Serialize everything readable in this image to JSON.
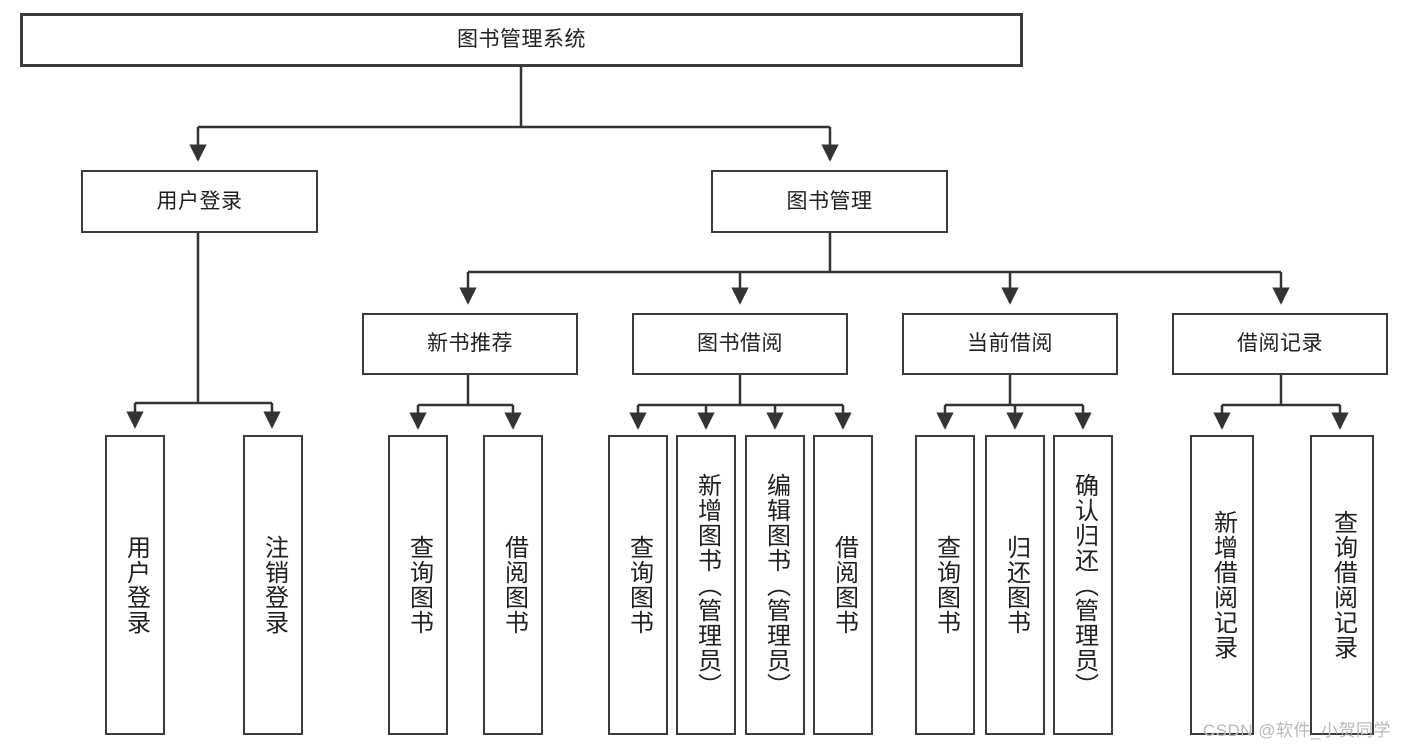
{
  "diagram": {
    "title": "图书管理系统",
    "type": "tree-hierarchy",
    "levels": 4,
    "colors": {
      "box_border": "#3b3b3b",
      "box_fill": "#ffffff",
      "connector": "#333333",
      "text": "#1f1f1f",
      "watermark": "#b9b9b9",
      "background": "#ffffff"
    },
    "root": {
      "label": "图书管理系统"
    },
    "level2": [
      {
        "label": "用户登录"
      },
      {
        "label": "图书管理"
      }
    ],
    "level3": [
      {
        "label": "新书推荐"
      },
      {
        "label": "图书借阅"
      },
      {
        "label": "当前借阅"
      },
      {
        "label": "借阅记录"
      }
    ],
    "leaves": {
      "user_login": [
        {
          "label": "用户登录"
        },
        {
          "label": "注销登录"
        }
      ],
      "new_book_recommend": [
        {
          "label": "查询图书"
        },
        {
          "label": "借阅图书"
        }
      ],
      "book_borrow": [
        {
          "label": "查询图书"
        },
        {
          "label": "新增图书（管理员）"
        },
        {
          "label": "编辑图书（管理员）"
        },
        {
          "label": "借阅图书"
        }
      ],
      "current_borrow": [
        {
          "label": "查询图书"
        },
        {
          "label": "归还图书"
        },
        {
          "label": "确认归还（管理员）"
        }
      ],
      "borrow_record": [
        {
          "label": "新增借阅记录"
        },
        {
          "label": "查询借阅记录"
        }
      ]
    }
  },
  "watermark": {
    "text": "CSDN @软件_小贺同学"
  }
}
